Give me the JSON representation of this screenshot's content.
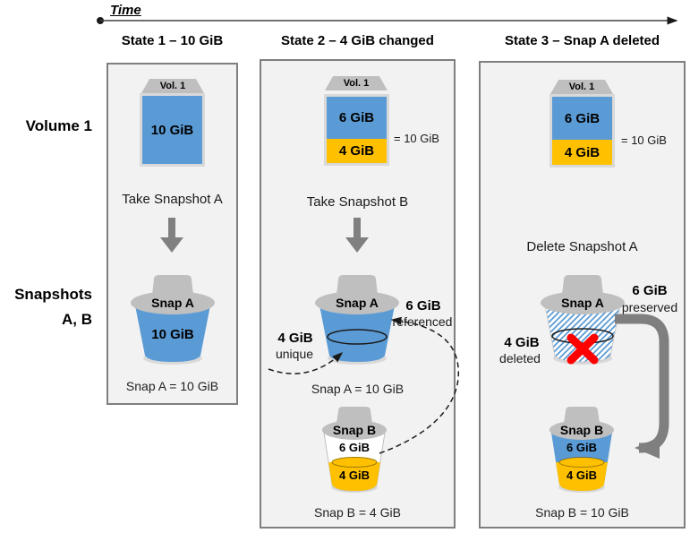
{
  "timeline": {
    "label": "Time"
  },
  "rows": {
    "volume_label": "Volume 1",
    "snapshots_label_line1": "Snapshots",
    "snapshots_label_line2": "A, B"
  },
  "colors": {
    "volume_blue": "#5b9bd5",
    "changed_yellow": "#ffc000",
    "lid_gray": "#bfbfbf",
    "arrow_gray": "#7f7f7f",
    "panel_bg": "#f2f2f2",
    "delete_red": "#ff0000"
  },
  "states": [
    {
      "title": "State 1 – 10 GiB",
      "volume": {
        "label": "Vol. 1",
        "size": "10 GiB"
      },
      "action": "Take Snapshot A",
      "snap_a": {
        "name": "Snap A",
        "size": "10 GiB",
        "total": "Snap A = 10 GiB"
      }
    },
    {
      "title": "State 2 – 4 GiB changed",
      "volume": {
        "label": "Vol. 1",
        "blue": "6 GiB",
        "yellow": "4 GiB",
        "total": "= 10 GiB"
      },
      "action": "Take Snapshot B",
      "snap_a": {
        "name": "Snap A",
        "total": "Snap A = 10 GiB",
        "left_value": "4 GiB",
        "left_caption": "unique",
        "right_value": "6 GiB",
        "right_caption": "referenced"
      },
      "snap_b": {
        "name": "Snap B",
        "blue": "6 GiB",
        "yellow": "4 GiB",
        "total": "Snap B = 4 GiB"
      }
    },
    {
      "title": "State 3 – Snap A deleted",
      "volume": {
        "label": "Vol. 1",
        "blue": "6 GiB",
        "yellow": "4 GiB",
        "total": "= 10 GiB"
      },
      "action": "Delete Snapshot A",
      "snap_a": {
        "name": "Snap A",
        "left_value": "4 GiB",
        "left_caption": "deleted",
        "right_value": "6 GiB",
        "right_caption": "preserved"
      },
      "snap_b": {
        "name": "Snap B",
        "blue": "6 GiB",
        "yellow": "4 GiB",
        "total": "Snap B = 10 GiB"
      }
    }
  ]
}
